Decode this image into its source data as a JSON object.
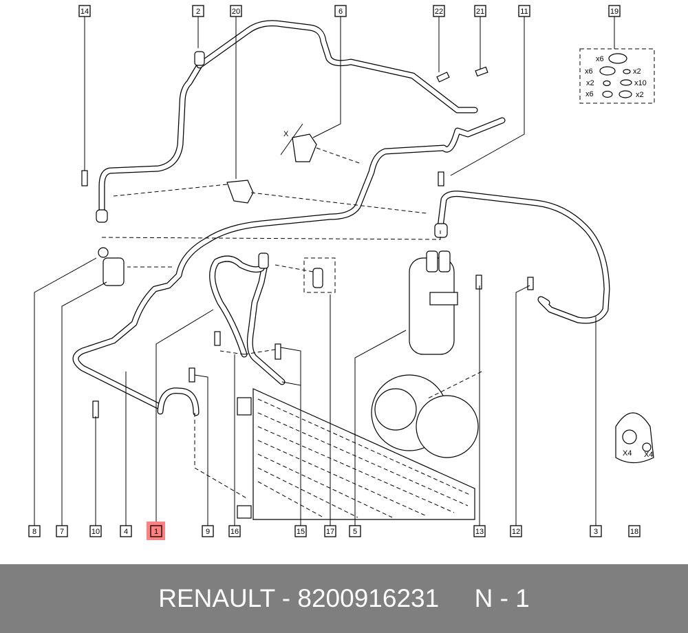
{
  "diagram": {
    "callouts_top": [
      "14",
      "2",
      "20",
      "6",
      "22",
      "21",
      "11",
      "19"
    ],
    "callouts_bottom": [
      "8",
      "7",
      "10",
      "4",
      "1",
      "9",
      "16",
      "15",
      "17",
      "5",
      "13",
      "12",
      "3",
      "18"
    ],
    "highlighted_callout": "1",
    "highlight_color": "#ff8080",
    "seal_kit": [
      "x6",
      "x6",
      "x2",
      "x2",
      "x10",
      "x6",
      "x2"
    ],
    "dimension_mark": "X",
    "bracket_qty": [
      "X4",
      "X4"
    ]
  },
  "footer": {
    "text": "RENAULT - 8200916231     N - 1",
    "background": "#7f7f7f"
  }
}
